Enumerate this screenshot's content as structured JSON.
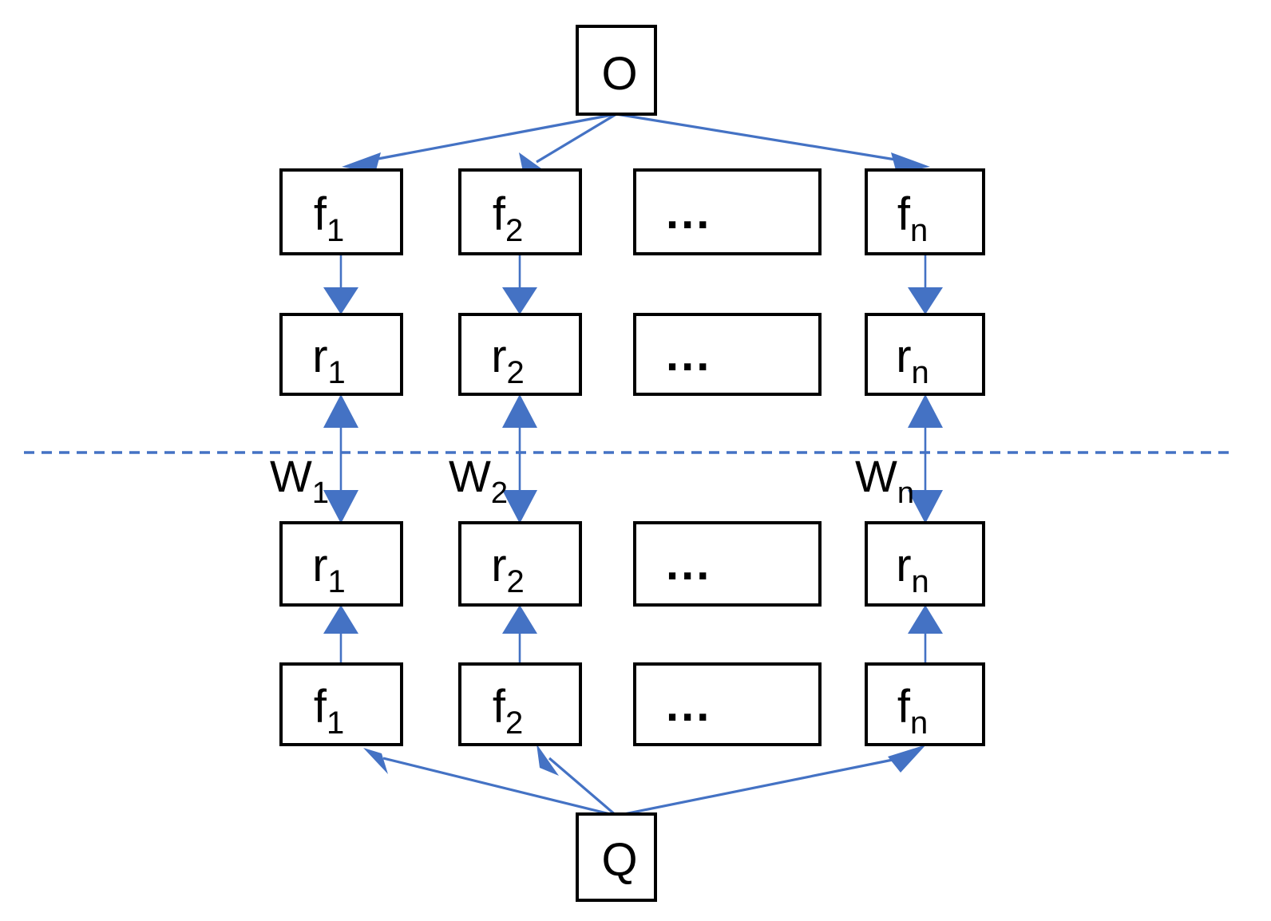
{
  "diagram": {
    "title": "Two-tower retrieval architecture diagram",
    "colors": {
      "edge": "#4472C4",
      "divider": "#4472C4",
      "box_stroke": "#000000",
      "box_fill": "#ffffff",
      "text": "#000000"
    },
    "divider": {
      "style": "dashed",
      "label": ""
    },
    "root_top": {
      "label": "O"
    },
    "root_bottom": {
      "label": "Q"
    },
    "rows": {
      "top_f": [
        {
          "base": "f",
          "sub": "1",
          "text": "f1"
        },
        {
          "base": "f",
          "sub": "2",
          "text": "f2"
        },
        {
          "base": "",
          "sub": "",
          "text": "..."
        },
        {
          "base": "f",
          "sub": "n",
          "text": "fn"
        }
      ],
      "top_r": [
        {
          "base": "r",
          "sub": "1",
          "text": "r1"
        },
        {
          "base": "r",
          "sub": "2",
          "text": "r2"
        },
        {
          "base": "",
          "sub": "",
          "text": "..."
        },
        {
          "base": "r",
          "sub": "n",
          "text": "rn"
        }
      ],
      "bottom_r": [
        {
          "base": "r",
          "sub": "1",
          "text": "r1"
        },
        {
          "base": "r",
          "sub": "2",
          "text": "r2"
        },
        {
          "base": "",
          "sub": "",
          "text": "..."
        },
        {
          "base": "r",
          "sub": "n",
          "text": "rn"
        }
      ],
      "bottom_f": [
        {
          "base": "f",
          "sub": "1",
          "text": "f1"
        },
        {
          "base": "f",
          "sub": "2",
          "text": "f2"
        },
        {
          "base": "",
          "sub": "",
          "text": "..."
        },
        {
          "base": "f",
          "sub": "n",
          "text": "fn"
        }
      ]
    },
    "weights": [
      {
        "base": "W",
        "sub": "1",
        "text": "W1"
      },
      {
        "base": "W",
        "sub": "2",
        "text": "W2"
      },
      {
        "base": "W",
        "sub": "n",
        "text": "Wn"
      }
    ]
  }
}
